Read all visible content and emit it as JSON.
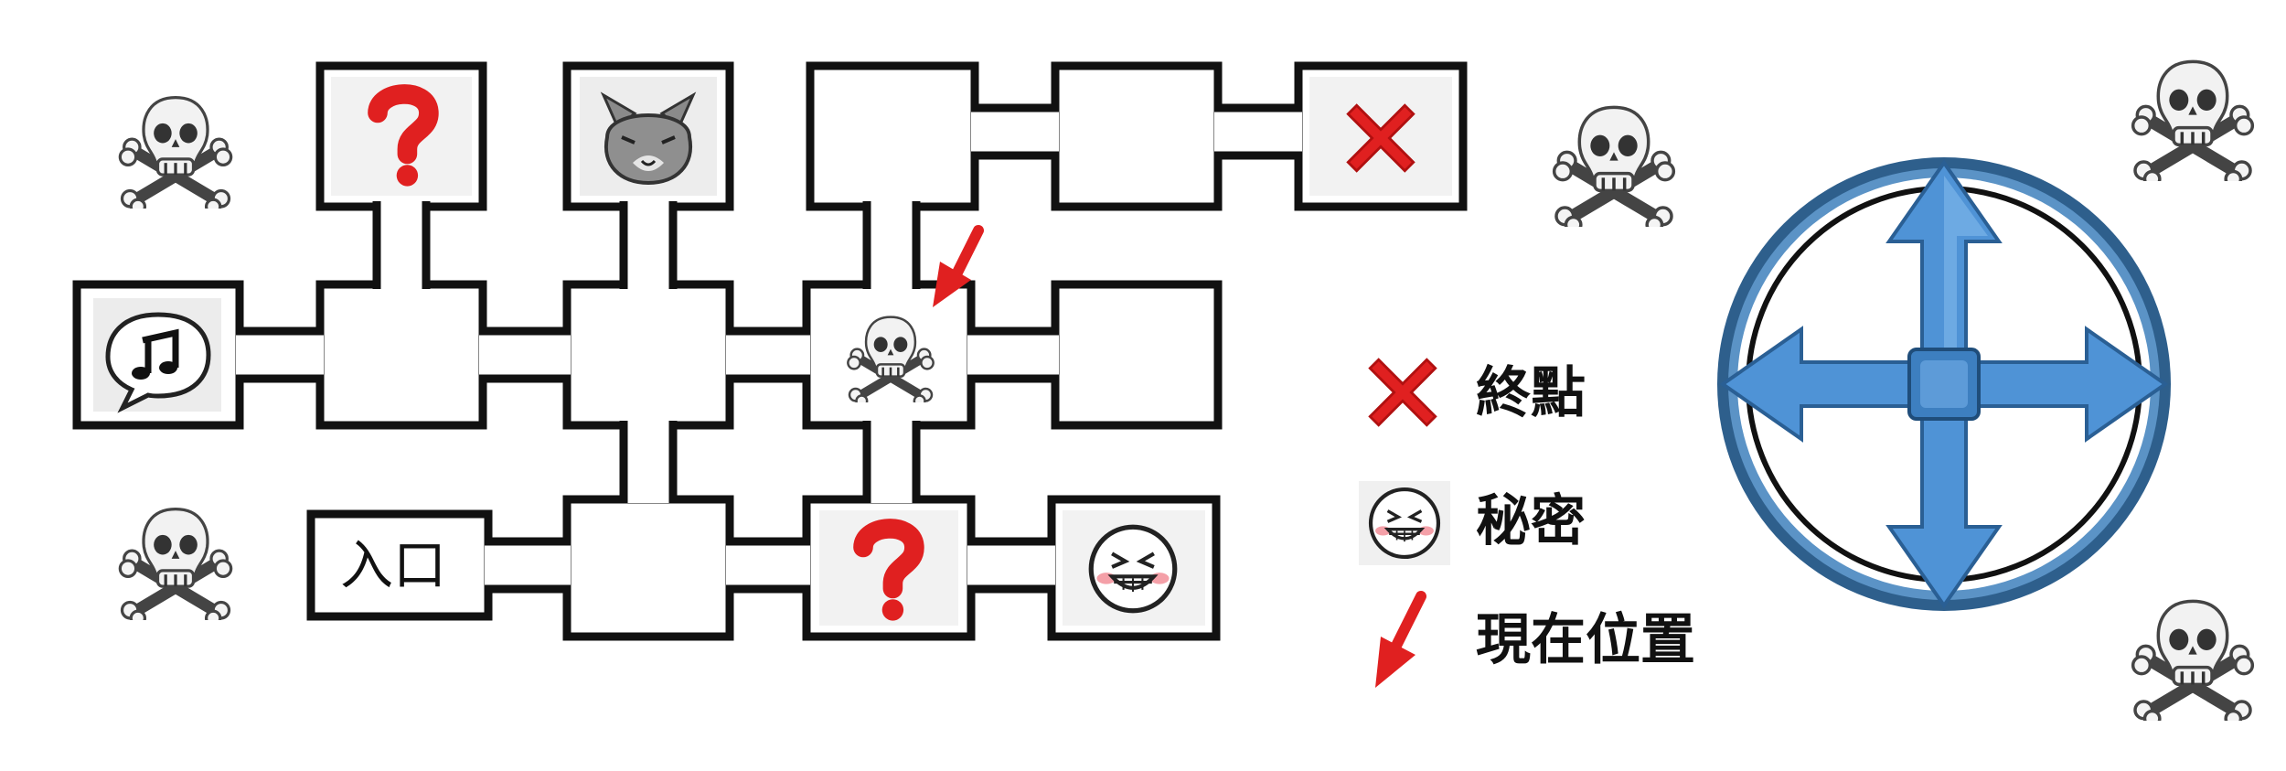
{
  "maze": {
    "entrance_label": "入口"
  },
  "legend": {
    "goal_label": "終點",
    "secret_label": "秘密",
    "current_position_label": "現在位置"
  },
  "icons": {
    "goal": "red-x-icon",
    "secret": "grinning-face-icon",
    "current_position": "red-arrow-icon",
    "mystery": "question-mark-icon",
    "music": "music-bubble-icon",
    "cat": "cat-face-icon",
    "danger": "skull-crossbones-icon",
    "controller": "direction-pad-icon"
  },
  "colors": {
    "wall": "#111111",
    "accent_red": "#e02020",
    "dpad_blue": "#4a90d9"
  }
}
